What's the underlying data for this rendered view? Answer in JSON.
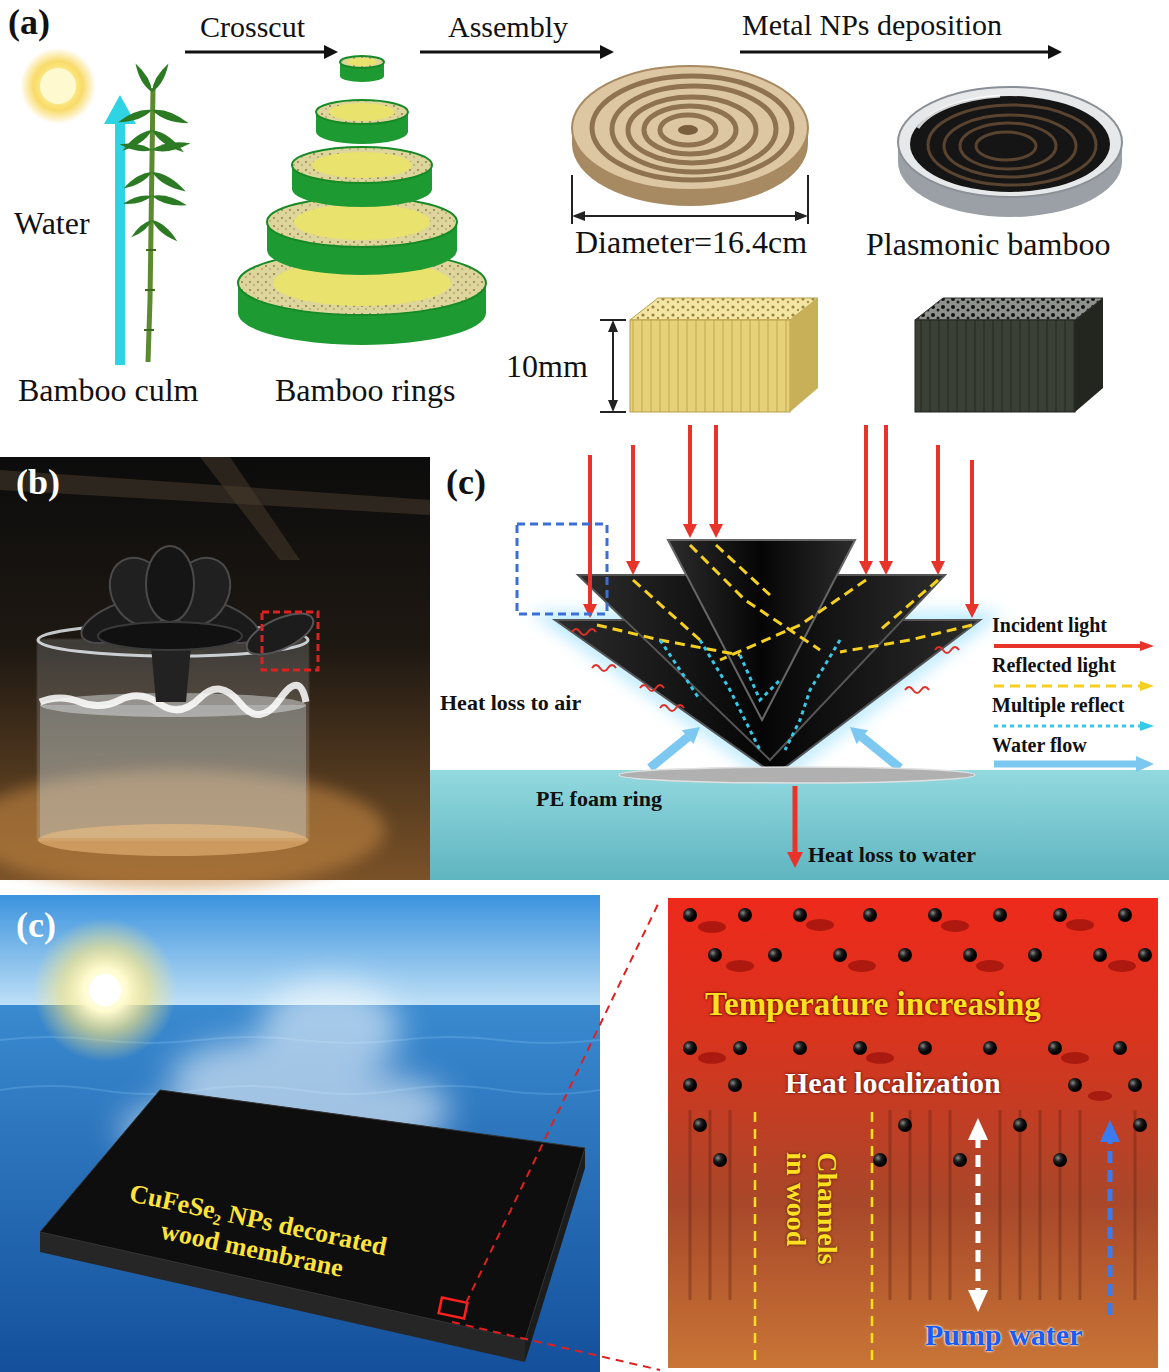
{
  "diagram": {
    "labels": [
      "(a)",
      "Crosscut",
      "Assembly",
      "Metal NPs deposition",
      "Water",
      "Diameter=16.4cm",
      "Plasmonic bamboo",
      "10mm",
      "Bamboo culm",
      "Bamboo rings",
      "(b)",
      "(c)",
      "Heat loss to air",
      "PE foam ring",
      "Heat loss to water",
      "(c)",
      "CuFeSe₂ NPs decorated wood membrane",
      "Temperature increasing",
      "Heat localization",
      "Channels in wood",
      "Pump water"
    ],
    "legend": [
      {
        "text": "Incident light"
      },
      {
        "text": "Reflected light"
      },
      {
        "text": "Multiple reflect"
      },
      {
        "text": "Water flow"
      }
    ]
  }
}
